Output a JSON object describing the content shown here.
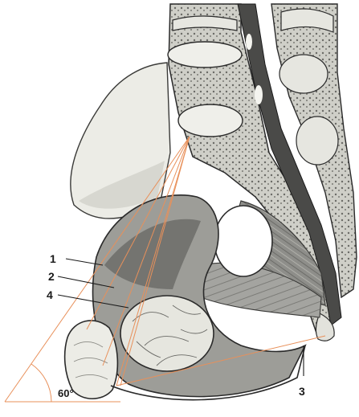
{
  "figure": {
    "labels": {
      "one": "1",
      "two": "2",
      "three": "3",
      "four": "4"
    },
    "angle_label": "60°",
    "colors": {
      "bone": "#dcdcd4",
      "bone_outline": "#2a2a2a",
      "soft_tissue": "#9a9a96",
      "dark_tissue": "#5e5e5a",
      "highlight": "#f1f1ec",
      "guide_lines": "#e8905a"
    }
  }
}
